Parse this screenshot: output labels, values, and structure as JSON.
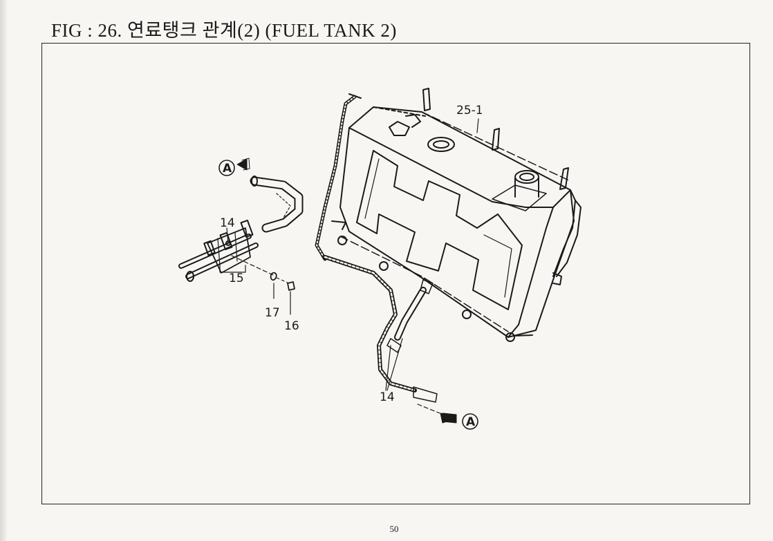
{
  "title": "FIG : 26. 연료탱크 관계(2) (FUEL TANK 2)",
  "callouts": {
    "part_25_1": "25-1",
    "part_14_left": "14",
    "part_15": "15",
    "part_17": "17",
    "part_16": "16",
    "part_14_bottom": "14",
    "ref_a_top": "A",
    "ref_a_bottom": "A"
  },
  "page_number": "50"
}
